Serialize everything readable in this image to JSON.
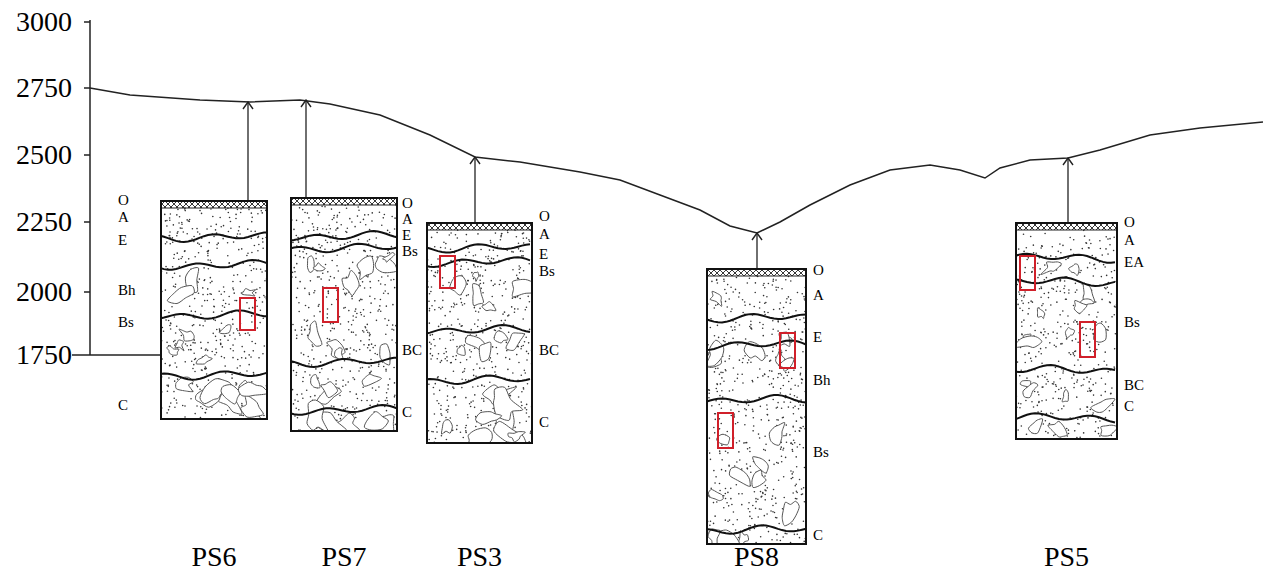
{
  "diagram": {
    "nodes": [
      {
        "text": [
          "PS6"
        ]
      },
      {
        "text": [
          "PS7"
        ]
      },
      {
        "text": [
          "PS3"
        ]
      },
      {
        "text": [
          "PS8"
        ]
      },
      {
        "text": [
          "PS5"
        ]
      }
    ],
    "labels": [
      "3000",
      "2750",
      "2500",
      "2250",
      "2000",
      "1750",
      "O",
      "A",
      "E",
      "Bh",
      "Bs",
      "C",
      "O",
      "A",
      "E",
      "Bs",
      "BC",
      "C",
      "O",
      "A",
      "E",
      "Bs",
      "BC",
      "C",
      "O",
      "A",
      "E",
      "Bh",
      "Bs",
      "C",
      "O",
      "A",
      "EA",
      "Bs",
      "BC",
      "C"
    ]
  }
}
